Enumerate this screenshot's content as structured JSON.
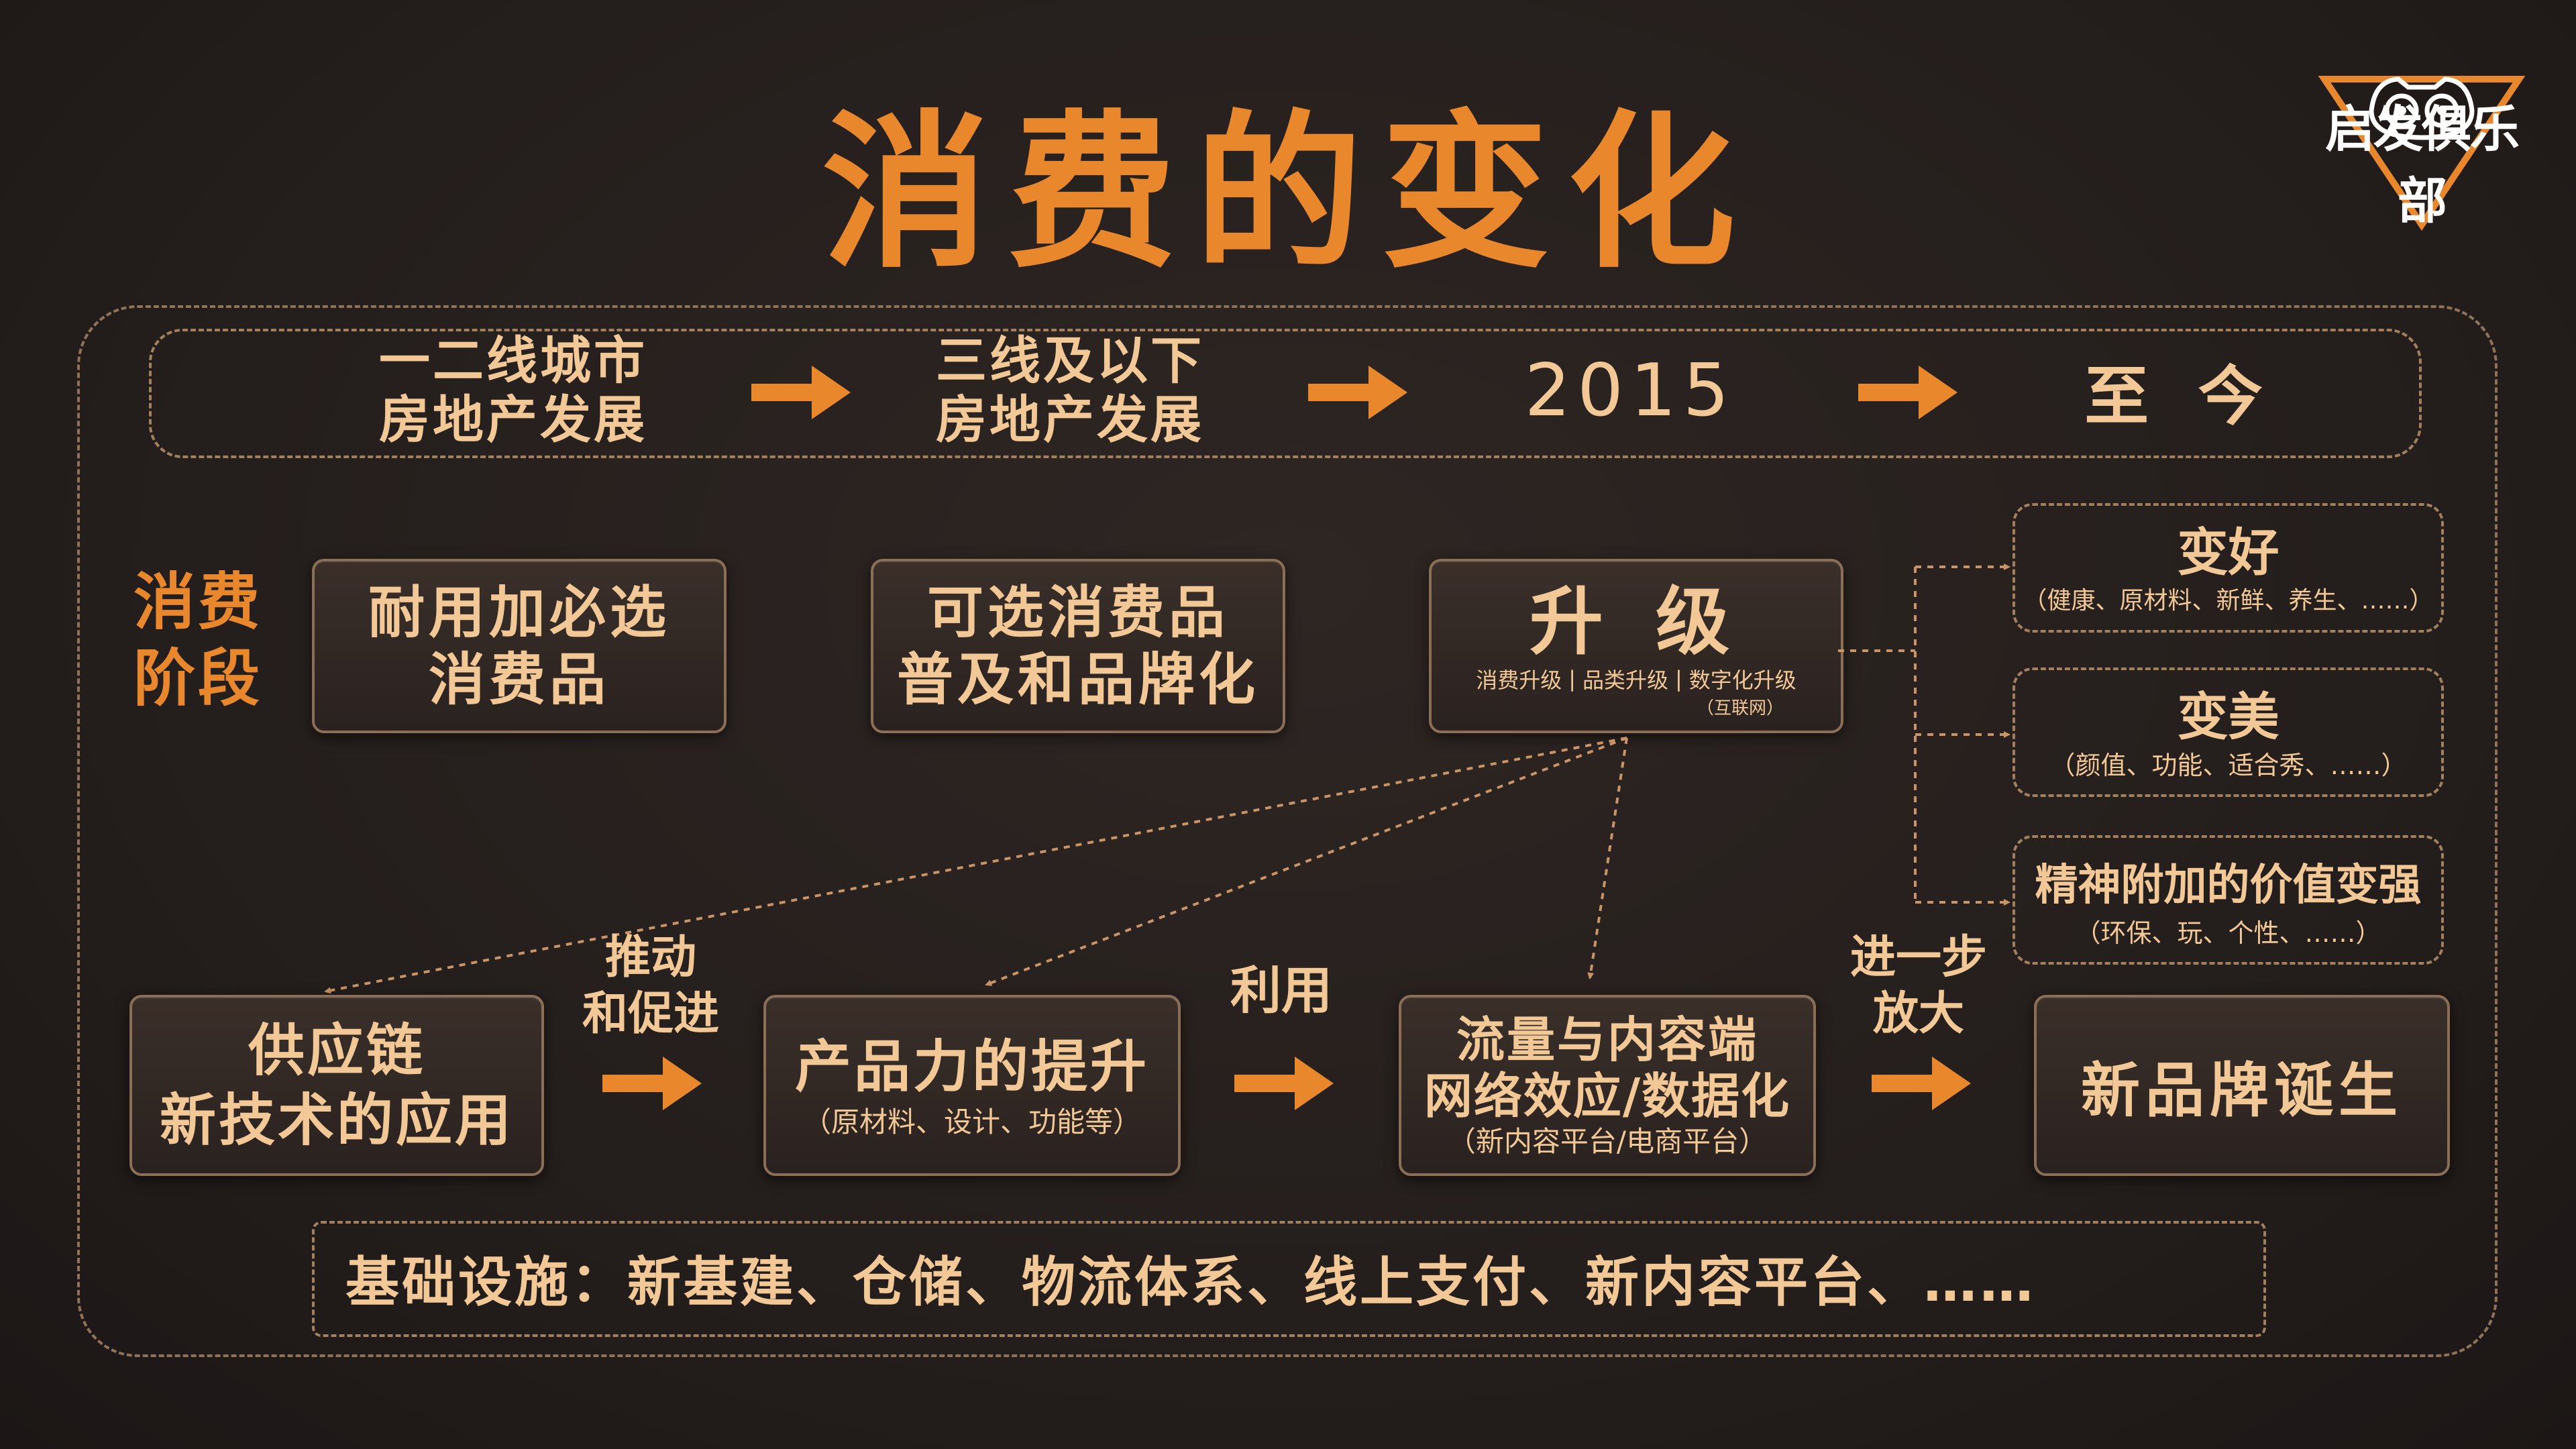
{
  "title": "消费的变化",
  "logo": {
    "text": "启发俱乐部",
    "icon": "owl-icon"
  },
  "timeline": {
    "items": [
      {
        "line1": "一二线城市",
        "line2": "房地产发展"
      },
      {
        "line1": "三线及以下",
        "line2": "房地产发展"
      },
      {
        "line1": "2015",
        "line2": ""
      },
      {
        "line1": "至 今",
        "line2": ""
      }
    ]
  },
  "stage_label": {
    "line1": "消费",
    "line2": "阶段"
  },
  "stages": [
    {
      "line1": "耐用加必选",
      "line2": "消费品"
    },
    {
      "line1": "可选消费品",
      "line2": "普及和品牌化"
    }
  ],
  "upgrade": {
    "title": "升 级",
    "items": [
      "消费升级",
      "品类升级",
      "数字化升级"
    ],
    "note": "（互联网）",
    "separator": "|"
  },
  "outcomes": [
    {
      "title": "变好",
      "detail": "（健康、原材料、新鲜、养生、……）"
    },
    {
      "title": "变美",
      "detail": "（颜值、功能、适合秀、……）"
    },
    {
      "title": "精神附加的价值变强",
      "detail": "（环保、玩、个性、……）"
    }
  ],
  "flow": {
    "boxes": [
      {
        "line1": "供应链",
        "line2": "新技术的应用",
        "line3": ""
      },
      {
        "line1": "产品力的提升",
        "line2": "（原材料、设计、功能等）",
        "line3": ""
      },
      {
        "line1": "流量与内容端",
        "line2": "网络效应/数据化",
        "line3": "（新内容平台/电商平台）"
      },
      {
        "line1": "新品牌诞生",
        "line2": "",
        "line3": ""
      }
    ],
    "connectors": [
      {
        "line1": "推动",
        "line2": "和促进"
      },
      {
        "line1": "利用",
        "line2": ""
      },
      {
        "line1": "进一步",
        "line2": "放大"
      }
    ]
  },
  "infrastructure": "基础设施：新基建、仓储、物流体系、线上支付、新内容平台、……",
  "colors": {
    "accent": "#e8872c",
    "text": "#f2c896",
    "border": "#8a6e55",
    "background": "#241e1c"
  }
}
